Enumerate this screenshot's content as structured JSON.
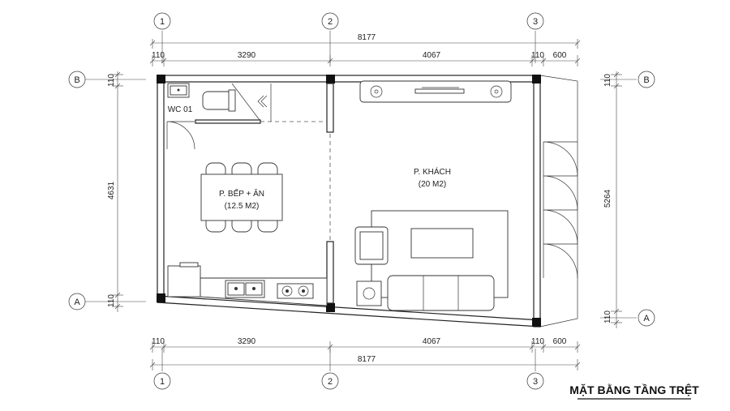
{
  "title": "MẶT BẰNG TẦNG TRỆT",
  "grid_axes": {
    "vertical": [
      "1",
      "2",
      "3"
    ],
    "horizontal": [
      "B",
      "A"
    ]
  },
  "dimensions": {
    "top_segments": [
      "110",
      "3290",
      "4067",
      "110",
      "600"
    ],
    "top_total": "8177",
    "bottom_segments": [
      "110",
      "3290",
      "4067",
      "110",
      "600"
    ],
    "bottom_total": "8177",
    "left_segments": [
      "110",
      "4631",
      "110"
    ],
    "right_segments": [
      "110",
      "5264",
      "110"
    ]
  },
  "rooms": {
    "wc_label": "WC 01",
    "kitchen_label": "P. BẾP + ĂN",
    "kitchen_area": "(12.5 M2)",
    "living_label": "P. KHÁCH",
    "living_area": "(20 M2)"
  }
}
